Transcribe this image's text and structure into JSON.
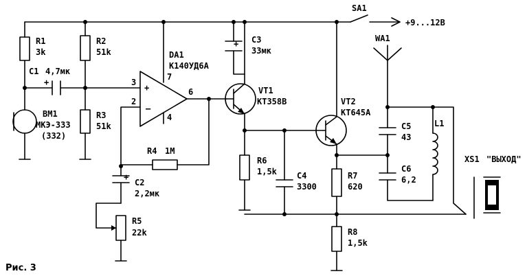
{
  "figure_caption": "Рис. 3",
  "power": {
    "switch_ref": "SA1",
    "voltage": "+9...12В"
  },
  "resistors": [
    {
      "ref": "R1",
      "value": "3k"
    },
    {
      "ref": "R2",
      "value": "51k"
    },
    {
      "ref": "R3",
      "value": "51k"
    },
    {
      "ref": "R4",
      "value": "1M"
    },
    {
      "ref": "R5",
      "value": "22k"
    },
    {
      "ref": "R6",
      "value": "1,5k"
    },
    {
      "ref": "R7",
      "value": "620"
    },
    {
      "ref": "R8",
      "value": "1,5k"
    }
  ],
  "capacitors": [
    {
      "ref": "C1",
      "value": "4,7мк"
    },
    {
      "ref": "C2",
      "value": "2,2мк"
    },
    {
      "ref": "C3",
      "value": "33мк"
    },
    {
      "ref": "C4",
      "value": "3300"
    },
    {
      "ref": "C5",
      "value": "43"
    },
    {
      "ref": "C6",
      "value": "6,2"
    }
  ],
  "microphone": {
    "ref": "BM1",
    "model": "МКЭ-333",
    "alt": "(332)"
  },
  "opamp": {
    "ref": "DA1",
    "model": "К140УД6А",
    "pins": [
      "3",
      "2",
      "6",
      "7",
      "4"
    ]
  },
  "transistors": [
    {
      "ref": "VT1",
      "model": "КТ358В"
    },
    {
      "ref": "VT2",
      "model": "КТ645А"
    }
  ],
  "antenna": {
    "ref": "WA1"
  },
  "inductor": {
    "ref": "L1"
  },
  "connector": {
    "ref": "XS1",
    "label": "\"ВЫХОД\""
  },
  "polarity": {
    "plus": "+"
  }
}
